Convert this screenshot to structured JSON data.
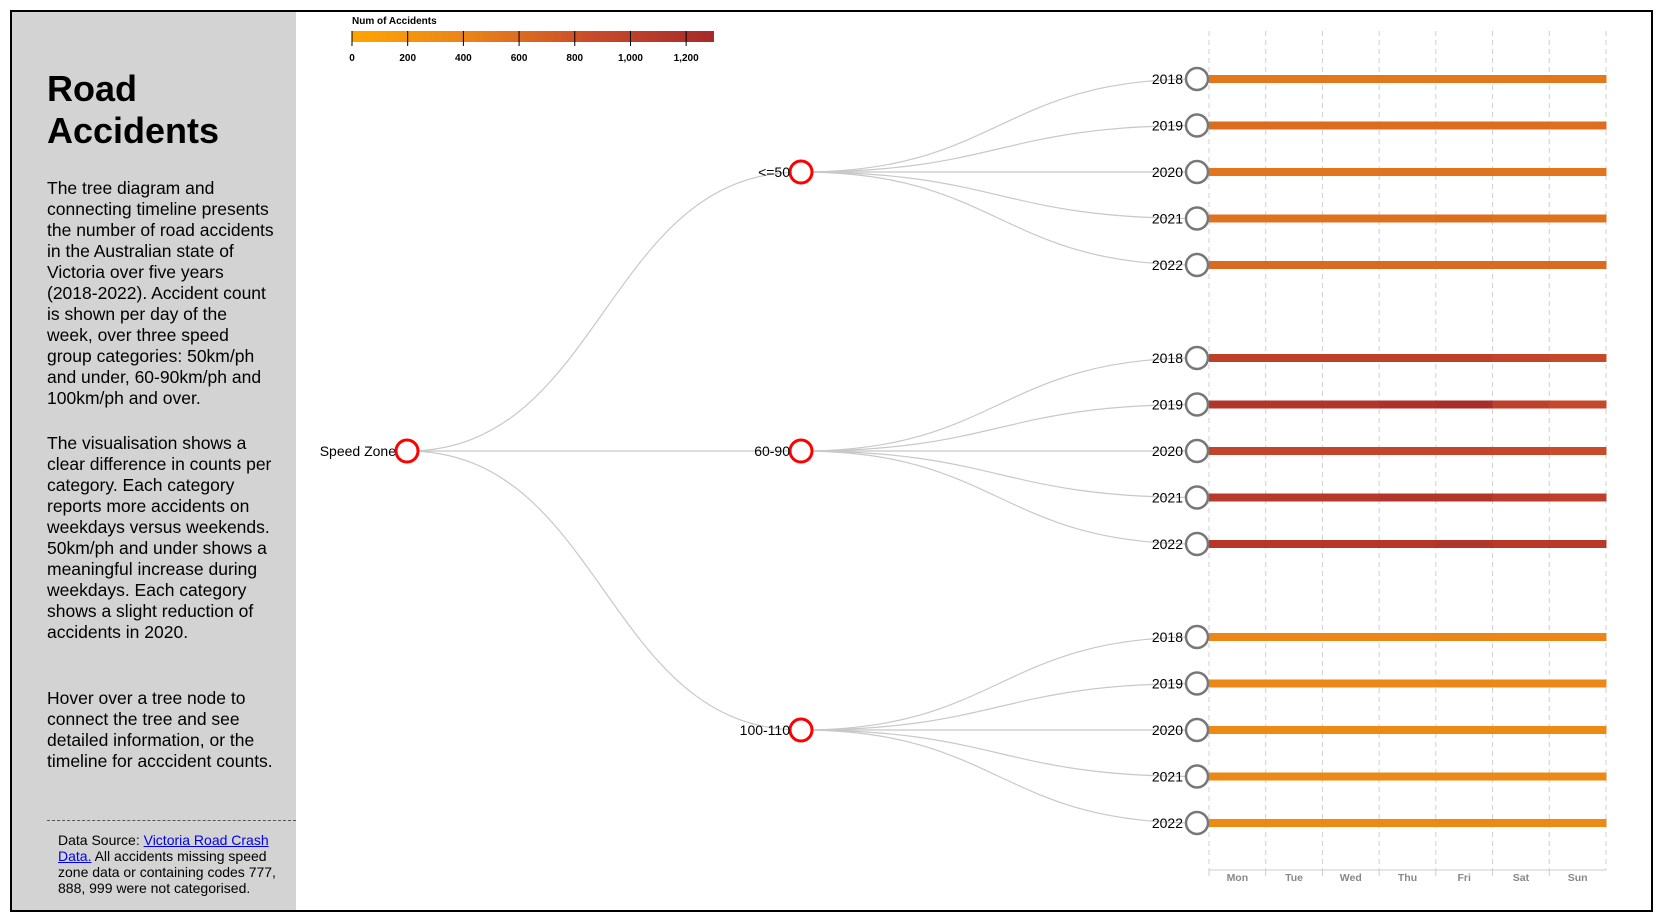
{
  "sidebar": {
    "title": "Road Accidents",
    "paragraphs": [
      "The tree diagram and connecting timeline presents the number of road accidents in the Australian state of Victoria over five years (2018-2022). Accident count is shown per day of the week, over three speed group categories: 50km/ph and under, 60-90km/ph and 100km/ph and over.",
      "The visualisation shows a clear difference in counts per category. Each category reports more accidents on weekdays versus weekends. 50km/ph and under shows a meaningful increase during weekdays. Each category shows a slight reduction of accidents in 2020.",
      "Hover over a tree node to connect the tree and see detailed information, or the timeline for acccident counts."
    ],
    "source_prefix": "Data Source: ",
    "source_link": "Victoria Road Crash Data.",
    "source_suffix": " All accidents missing speed zone data or containing codes 777, 888, 999 were not categorised."
  },
  "chart_data": {
    "type": "tree-timeline",
    "legend": {
      "title": "Num of Accidents",
      "ticks": [
        "0",
        "200",
        "400",
        "600",
        "800",
        "1,000",
        "1,200"
      ],
      "domain": [
        0,
        1300
      ],
      "colors": [
        "#ffa500",
        "#e8821a",
        "#c94a2a",
        "#a52a2a"
      ]
    },
    "root": "Speed Zone",
    "days": [
      "Mon",
      "Tue",
      "Wed",
      "Thu",
      "Fri",
      "Sat",
      "Sun"
    ],
    "groups": [
      {
        "name": "<=50",
        "years": [
          {
            "year": "2018",
            "values": [
              520,
              520,
              520,
              520,
              520,
              520,
              520
            ]
          },
          {
            "year": "2019",
            "values": [
              600,
              600,
              600,
              600,
              600,
              600,
              580
            ]
          },
          {
            "year": "2020",
            "values": [
              530,
              530,
              530,
              540,
              540,
              530,
              530
            ]
          },
          {
            "year": "2021",
            "values": [
              560,
              560,
              560,
              570,
              590,
              560,
              560
            ]
          },
          {
            "year": "2022",
            "values": [
              620,
              620,
              620,
              620,
              620,
              620,
              620
            ]
          }
        ]
      },
      {
        "name": "60-90",
        "years": [
          {
            "year": "2018",
            "values": [
              1000,
              1000,
              1000,
              1000,
              1000,
              950,
              900
            ]
          },
          {
            "year": "2019",
            "values": [
              1150,
              1150,
              1150,
              1200,
              1250,
              1000,
              900
            ]
          },
          {
            "year": "2020",
            "values": [
              950,
              950,
              950,
              950,
              950,
              920,
              860
            ]
          },
          {
            "year": "2021",
            "values": [
              1080,
              1100,
              1100,
              1150,
              1150,
              1050,
              1000
            ]
          },
          {
            "year": "2022",
            "values": [
              1120,
              1120,
              1120,
              1120,
              1150,
              1100,
              1100
            ]
          }
        ]
      },
      {
        "name": "100-110",
        "years": [
          {
            "year": "2018",
            "values": [
              380,
              380,
              380,
              380,
              390,
              380,
              380
            ]
          },
          {
            "year": "2019",
            "values": [
              360,
              360,
              360,
              360,
              370,
              360,
              360
            ]
          },
          {
            "year": "2020",
            "values": [
              330,
              330,
              330,
              330,
              340,
              330,
              330
            ]
          },
          {
            "year": "2021",
            "values": [
              350,
              350,
              350,
              350,
              360,
              350,
              350
            ]
          },
          {
            "year": "2022",
            "values": [
              340,
              340,
              340,
              340,
              350,
              340,
              340
            ]
          }
        ]
      }
    ]
  }
}
